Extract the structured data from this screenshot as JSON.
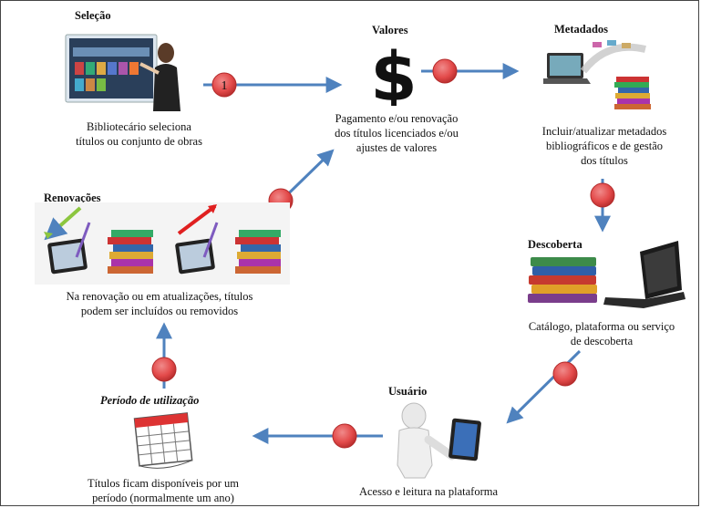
{
  "colors": {
    "arrow": "#4f82be",
    "dot": "#e34a4a",
    "dot_stroke": "#b22a2a",
    "frame": "#444444"
  },
  "steps": [
    {
      "key": "selecao",
      "title": "Seleção",
      "caption": [
        "Bibliotecário seleciona",
        "títulos ou conjunto de obras"
      ],
      "icon": "touchscreen-selection-icon"
    },
    {
      "key": "valores",
      "title": "Valores",
      "caption": [
        "Pagamento e/ou renovação",
        "dos títulos licenciados e/ou",
        "ajustes de valores"
      ],
      "icon": "dollar-icon"
    },
    {
      "key": "metadados",
      "title": "Metadados",
      "caption": [
        "Incluir/atualizar metadados",
        "bibliográficos e de gestão",
        "dos títulos"
      ],
      "icon": "laptop-books-icon"
    },
    {
      "key": "descoberta",
      "title": "Descoberta",
      "caption": [
        "Catálogo, plataforma ou serviço",
        "de descoberta"
      ],
      "icon": "books-laptop-icon"
    },
    {
      "key": "usuario",
      "title": "Usuário",
      "caption": [
        "Acesso e leitura na plataforma"
      ],
      "icon": "person-tablet-icon"
    },
    {
      "key": "periodo",
      "title": "Período de utilização",
      "caption": [
        "Títulos ficam disponíveis por um",
        "período (normalmente um ano)"
      ],
      "icon": "calendar-icon"
    },
    {
      "key": "renovacoes",
      "title": "Renovações",
      "caption": [
        "Na renovação ou em atualizações, títulos",
        "podem ser incluídos ou removidos"
      ],
      "icon": "tablet-books-icon"
    }
  ],
  "start_marker": "1"
}
